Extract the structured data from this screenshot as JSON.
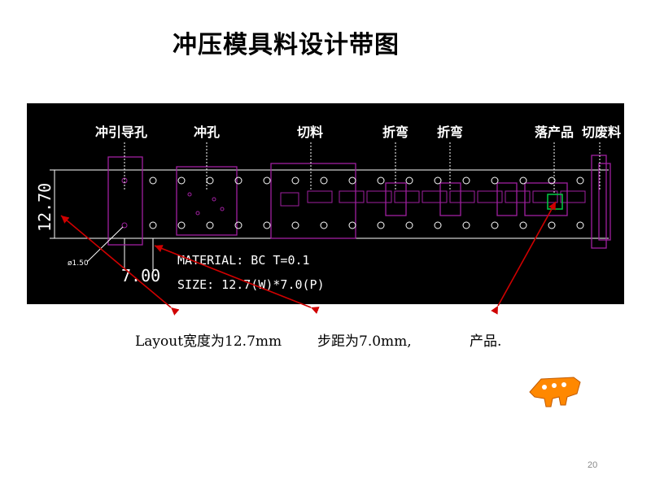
{
  "slide": {
    "title": "冲压模具料设计带图",
    "page_number": "20"
  },
  "drawing": {
    "station_labels": [
      "冲引导孔",
      "冲孔",
      "切料",
      "折弯",
      "折弯",
      "落产品",
      "切废料"
    ],
    "width_dim": "12.70",
    "pitch_dim": "7.00",
    "hole_note": "ø1.50",
    "material": "MATERIAL: BC T=0.1",
    "size": "SIZE: 12.7(W)*7.0(P)"
  },
  "caption": {
    "width": "Layout宽度为12.7mm",
    "pitch": "步距为7.0mm,",
    "product": "产品."
  },
  "colors": {
    "background": "#000000",
    "strip_outline": "#ffffff",
    "station_outline": "#a020a0",
    "arrow": "#d00000",
    "product_highlight": "#00cc44",
    "product_icon": "#ff8800"
  }
}
